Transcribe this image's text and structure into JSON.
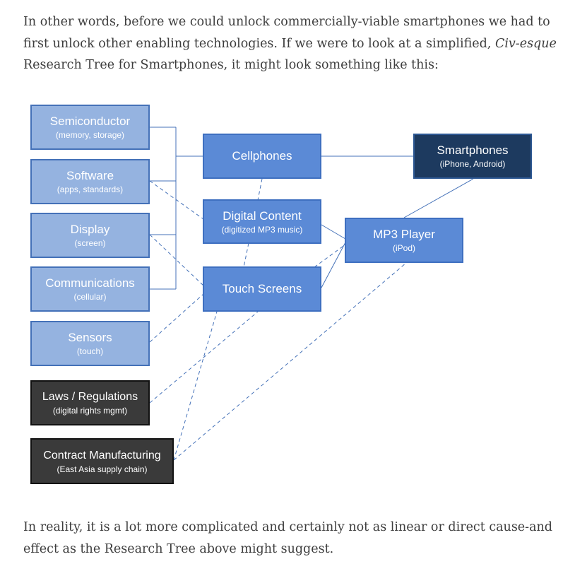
{
  "intro": {
    "part1": "In other words, before we could unlock commercially-viable smartphones we had to first unlock other enabling technologies. If we were to look at a simplified, ",
    "italic": "Civ-esque",
    "part2": " Research Tree for Smartphones, it might look something like this:"
  },
  "outro": {
    "text": "In reality, it is a lot more complicated and certainly not as linear or direct cause-and effect as the Research Tree above might suggest."
  },
  "diagram": {
    "colors": {
      "light_box": "#95b3e0",
      "mid_box": "#5b8ad6",
      "dark_box": "#1d3a5f",
      "black_box": "#3a3a3a",
      "connector": "#4471b8"
    },
    "nodes": [
      {
        "id": "semiconductor",
        "title": "Semiconductor",
        "sub": "(memory, storage)"
      },
      {
        "id": "software",
        "title": "Software",
        "sub": "(apps, standards)"
      },
      {
        "id": "display",
        "title": "Display",
        "sub": "(screen)"
      },
      {
        "id": "communications",
        "title": "Communications",
        "sub": "(cellular)"
      },
      {
        "id": "sensors",
        "title": "Sensors",
        "sub": "(touch)"
      },
      {
        "id": "laws",
        "title": "Laws / Regulations",
        "sub": "(digital rights mgmt)"
      },
      {
        "id": "contract",
        "title": "Contract Manufacturing",
        "sub": "(East Asia supply chain)"
      },
      {
        "id": "cellphones",
        "title": "Cellphones",
        "sub": ""
      },
      {
        "id": "digital",
        "title": "Digital Content",
        "sub": "(digitized MP3 music)"
      },
      {
        "id": "touch",
        "title": "Touch Screens",
        "sub": ""
      },
      {
        "id": "mp3",
        "title": "MP3 Player",
        "sub": "(iPod)"
      },
      {
        "id": "smartphones",
        "title": "Smartphones",
        "sub": "(iPhone, Android)"
      }
    ]
  }
}
